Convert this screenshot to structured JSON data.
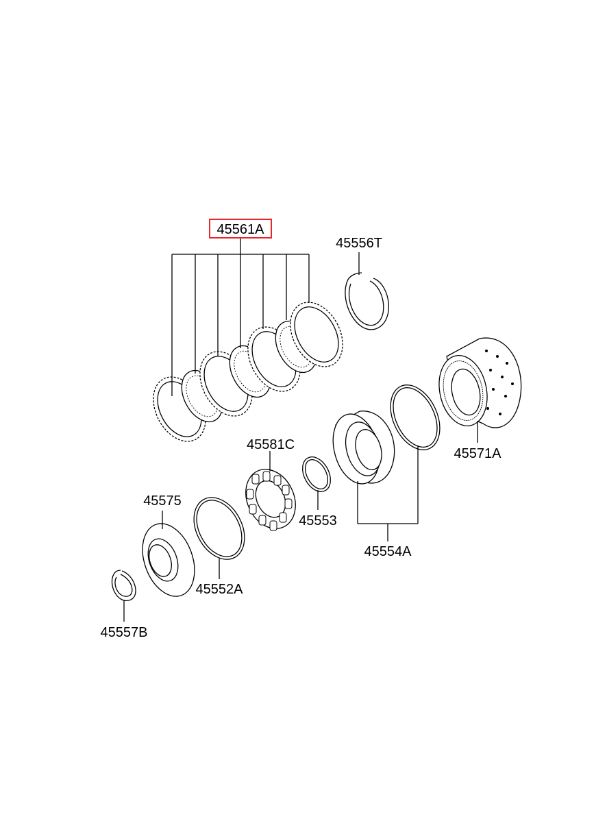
{
  "parts": [
    {
      "id": "45561A",
      "highlighted": true
    },
    {
      "id": "45556T"
    },
    {
      "id": "45581C"
    },
    {
      "id": "45571A"
    },
    {
      "id": "45575"
    },
    {
      "id": "45553"
    },
    {
      "id": "45554A"
    },
    {
      "id": "45552A"
    },
    {
      "id": "45557B"
    }
  ],
  "colors": {
    "highlight": "#e8262b",
    "line": "#000000",
    "background": "#ffffff"
  }
}
